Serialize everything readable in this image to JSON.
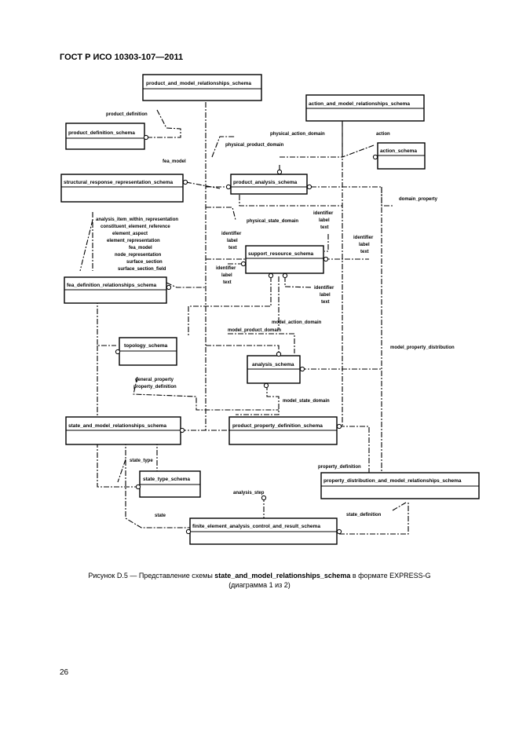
{
  "header": {
    "document_code": "ГОСТ Р ИСО 10303-107—2011"
  },
  "entities": [
    {
      "id": "pmr",
      "name": "product_and_model_relationships_schema"
    },
    {
      "id": "amr",
      "name": "action_and_model_relationships_schema"
    },
    {
      "id": "pds",
      "name": "product_definition_schema"
    },
    {
      "id": "acs",
      "name": "action_schema"
    },
    {
      "id": "srr",
      "name": "structural_response_representation_schema"
    },
    {
      "id": "pas",
      "name": "product_analysis_schema"
    },
    {
      "id": "srs",
      "name": "support_resource_schema"
    },
    {
      "id": "fdr",
      "name": "fea_definition_relationships_schema"
    },
    {
      "id": "tps",
      "name": "topology_schema"
    },
    {
      "id": "ans",
      "name": "analysis_schema"
    },
    {
      "id": "smr",
      "name": "state_and_model_relationships_schema"
    },
    {
      "id": "ppd",
      "name": "product_property_definition_schema"
    },
    {
      "id": "sts",
      "name": "state_type_schema"
    },
    {
      "id": "pdm",
      "name": "property_distribution_and_model_relationships_schema"
    },
    {
      "id": "fea",
      "name": "finite_element_analysis_control_and_result_schema"
    }
  ],
  "labels": [
    "product_definition",
    "physical_action_domain",
    "action",
    "physical_product_domain",
    "fea_model",
    "domain_property",
    "physical_state_domain",
    "analysis_item_within_representation",
    "constituent_element_reference",
    "element_aspect",
    "element_representation",
    "fea_model",
    "node_representation",
    "surface_section",
    "surface_section_field",
    "identifier",
    "label",
    "text",
    "identifier",
    "label",
    "text",
    "identifier",
    "label",
    "text",
    "identifier",
    "label",
    "text",
    "identifier",
    "label",
    "text",
    "model_action_domain",
    "model_product_domain",
    "model_property_distribution",
    "general_property",
    "property_definition",
    "model_state_domain",
    "state_type",
    "property_definition",
    "analysis_step",
    "state",
    "state_definition"
  ],
  "caption": {
    "prefix": "Рисунок D.5 — Представление схемы ",
    "schema": "state_and_model_relationships_schema",
    "suffix": " в формате EXPRESS-G",
    "line2": "(диаграмма 1 из 2)"
  },
  "page_number": "26"
}
